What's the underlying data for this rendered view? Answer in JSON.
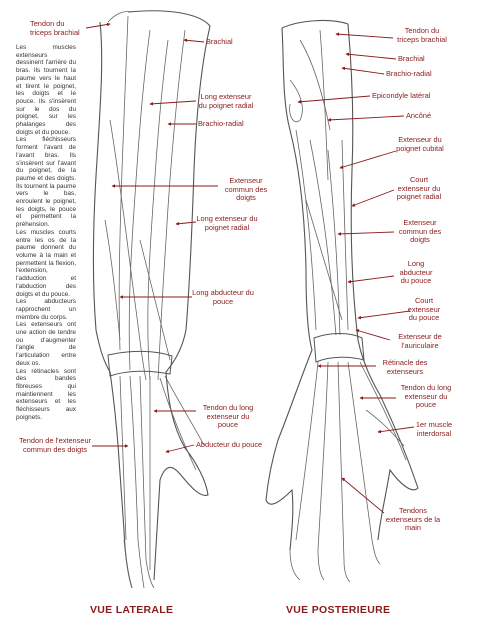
{
  "left_view": {
    "caption": "VUE LATERALE",
    "labels": {
      "tendon_triceps": "Tendon du triceps brachial",
      "brachial": "Brachial",
      "long_ext_radial_top": "Long extenseur du poignet radial",
      "brachio_radial": "Brachio-radial",
      "ext_commun": "Extenseur commun des doigts",
      "long_ext_radial": "Long extenseur du poignet radial",
      "long_abducteur": "Long abducteur du pouce",
      "tendon_long_ext_pouce": "Tendon du long extenseur du pouce",
      "abducteur_pouce": "Abducteur du pouce",
      "tendon_ext_commun": "Tendon de l'extenseur commun des doigts"
    }
  },
  "right_view": {
    "caption": "VUE POSTERIEURE",
    "labels": {
      "tendon_triceps": "Tendon du triceps brachial",
      "brachial": "Brachial",
      "brachio_radial": "Brachio-radial",
      "epicondyle": "Epicondyle latéral",
      "ancone": "Ancôné",
      "ext_cubital": "Extenseur du poignet cubital",
      "court_ext_radial": "Court extenseur du poignet radial",
      "ext_commun": "Extenseur commun des doigts",
      "long_abducteur": "Long abducteur du pouce",
      "court_ext_pouce": "Court extenseur du pouce",
      "ext_auriculaire": "Extenseur de l'auriculaire",
      "retinacle": "Rétinacle des extenseurs",
      "tendon_long_ext_pouce": "Tendon du long extenseur du pouce",
      "interdorsal": "1er muscle interdorsal",
      "tendons_main": "Tendons extenseurs de la main"
    }
  },
  "notes": [
    "Les muscles extenseurs dessinent l'arrière du bras. Ils tournent la paume vers le haut et tirent le poignet, les doigts et le pouce. Ils s'insèrent sur le dos du poignet, sur les phalanges des doigts et du pouce.",
    "Les fléchisseurs forment l'avant de l'avant bras. Ils s'insèrent sur l'avant du poignet, de la paume et des doigts. Ils tournent la paume vers le bas, enroulent le poignet, les doigts, le pouce et permettent la préhension.",
    "Les muscles courts entre les os de la paume donnent du volume à la main et permettent la flexion, l'extension, l'adduction et l'abduction des doigts et du pouce.",
    "Les abducteurs rapprochent un membre du corps.",
    "Les extenseurs ont une action de tendre ou d'augmenter l'angle de l'articulation entre deux os.",
    "Les rétinacles sont des bandes fibreuses qui maintiennent les extenseurs et les fléchisseurs aux poignets."
  ],
  "colors": {
    "label": "#8b1a1a",
    "pencil": "#555555",
    "leader": "#8b1a1a"
  }
}
